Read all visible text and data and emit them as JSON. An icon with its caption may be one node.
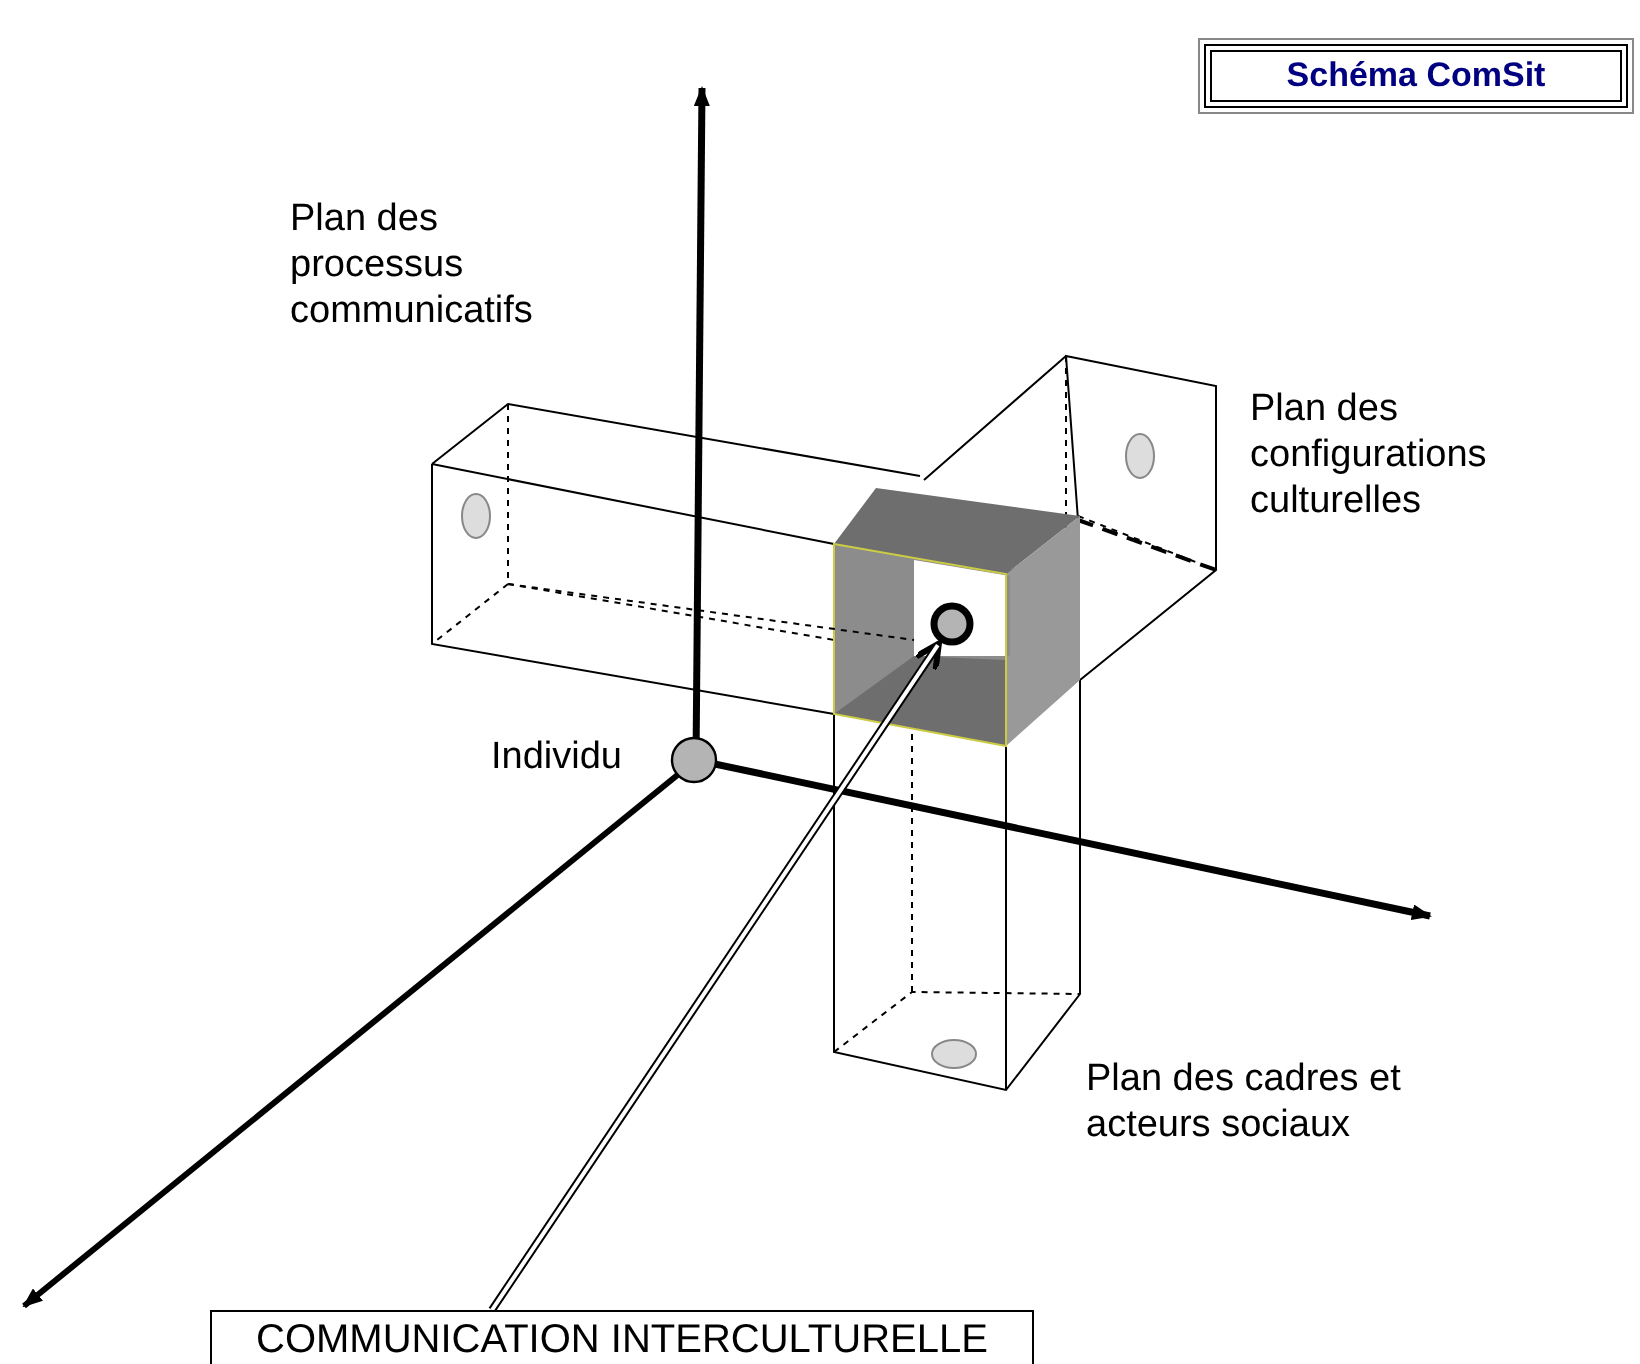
{
  "diagram": {
    "title": "Schéma ComSit",
    "nodes": [
      {
        "text": [],
        "shape": "circle",
        "beside": [
          "Individu"
        ]
      },
      {
        "text": [],
        "shape": "circle"
      },
      {
        "text": [
          "COMMUNICATION INTERCULTURELLE"
        ]
      }
    ],
    "edges": [
      {
        "from": 2,
        "to": 1,
        "arrow": "to"
      }
    ],
    "labels": [
      "Plan des processus communicatifs",
      "Plan des configurations culturelles",
      "Plan des cadres et acteurs sociaux"
    ]
  }
}
